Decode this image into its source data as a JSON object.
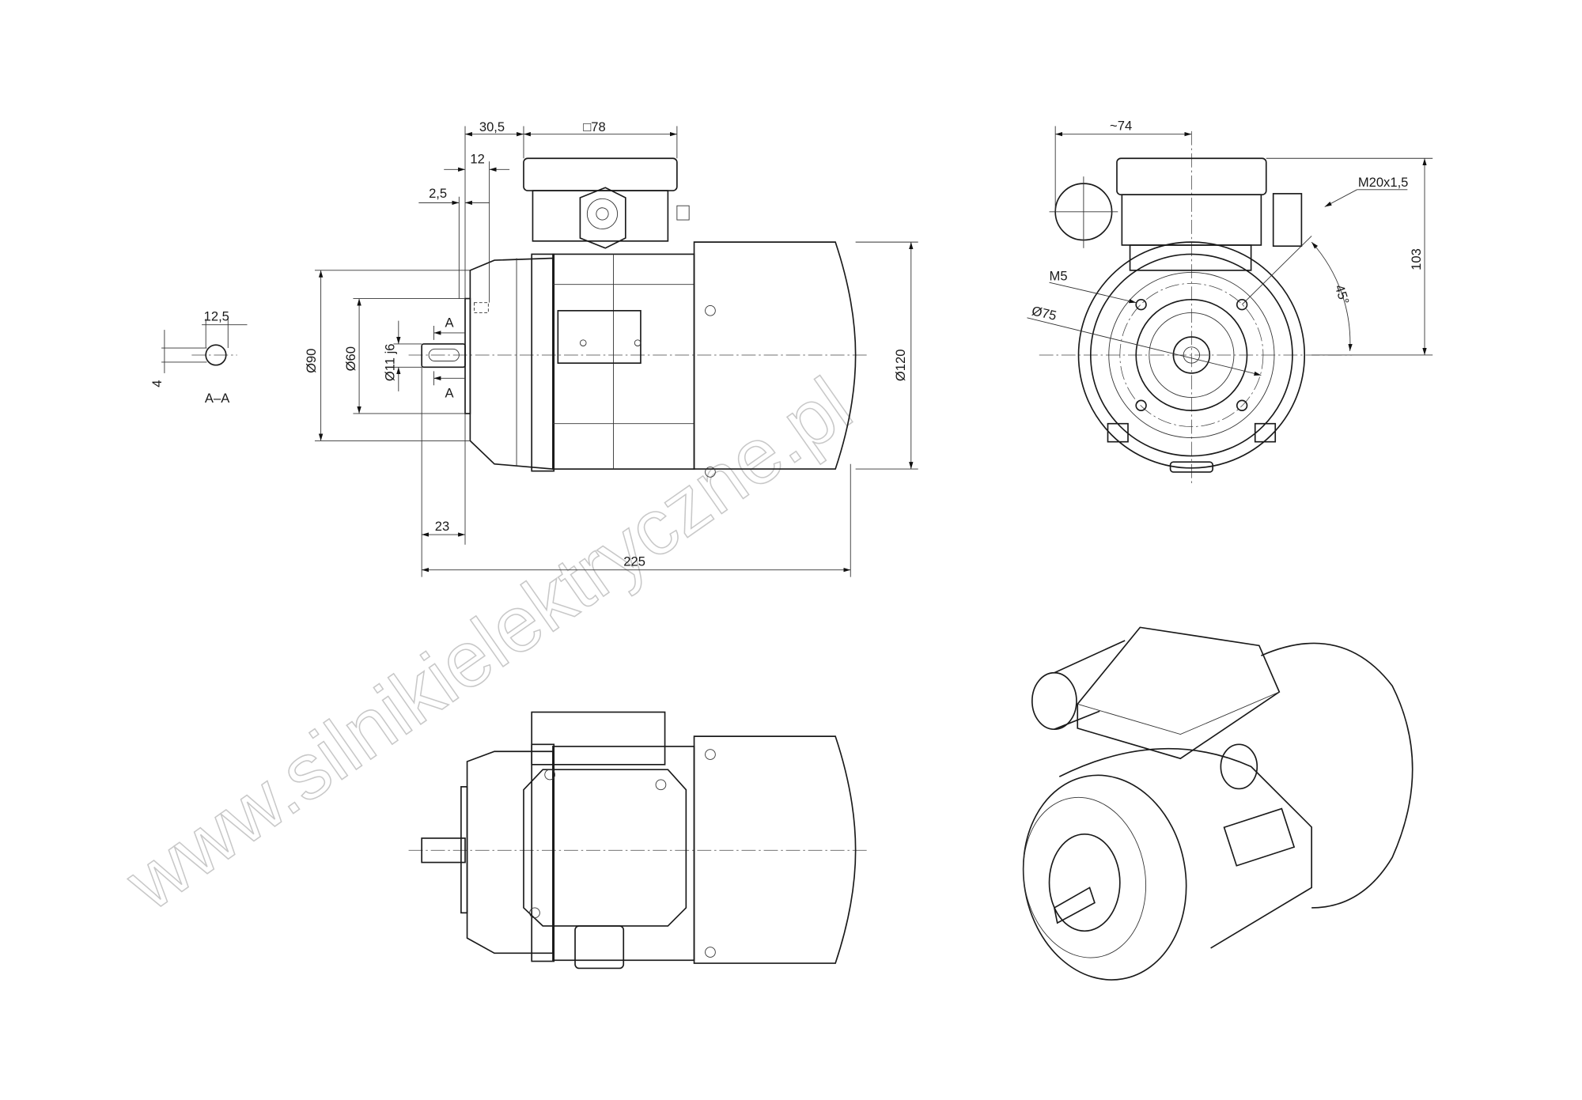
{
  "watermark": "www.silnikielektryczne.pl",
  "dimensions": {
    "d30_5": "30,5",
    "box78": "□78",
    "d12": "12",
    "d2_5": "2,5",
    "dia90": "Ø90",
    "dia60": "Ø60",
    "dia11": "Ø11 j6",
    "dia120": "Ø120",
    "d23": "23",
    "d225": "225",
    "section_a_top": "A",
    "section_a_bottom": "A",
    "key12_5": "12,5",
    "key4": "4",
    "section_label": "A–A",
    "d74": "~74",
    "gland": "M20x1,5",
    "d103": "103",
    "m5": "M5",
    "dia75": "Ø75",
    "angle45": "45°"
  }
}
